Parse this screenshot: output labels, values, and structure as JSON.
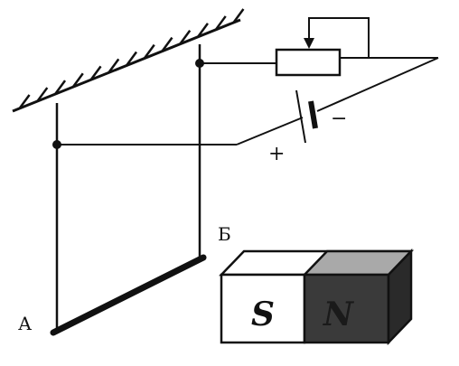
{
  "labels": {
    "point_a": "А",
    "point_b": "Б",
    "plus": "+",
    "minus": "−",
    "pole_s": "S",
    "pole_n": "N"
  },
  "colors": {
    "ink": "#111111",
    "north_face": "#3a3a3a",
    "north_top": "#a9a9a9",
    "north_side": "#2a2a2a",
    "south_face": "#ffffff",
    "south_top": "#ffffff"
  }
}
